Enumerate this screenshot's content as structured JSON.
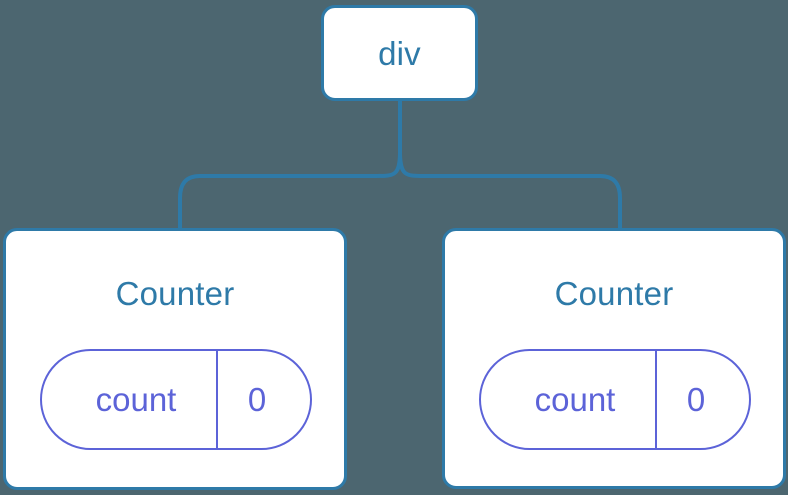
{
  "diagram": {
    "type": "component-tree",
    "background_color": "#4c6670",
    "node_border_color": "#2e7aa8",
    "node_fill_color": "#ffffff",
    "title_text_color": "#2e7aa8",
    "state_accent_color": "#5c63d8",
    "connector_color": "#2e7aa8"
  },
  "root": {
    "label": "div"
  },
  "children": [
    {
      "label": "Counter",
      "state": {
        "key": "count",
        "value": "0"
      }
    },
    {
      "label": "Counter",
      "state": {
        "key": "count",
        "value": "0"
      }
    }
  ]
}
